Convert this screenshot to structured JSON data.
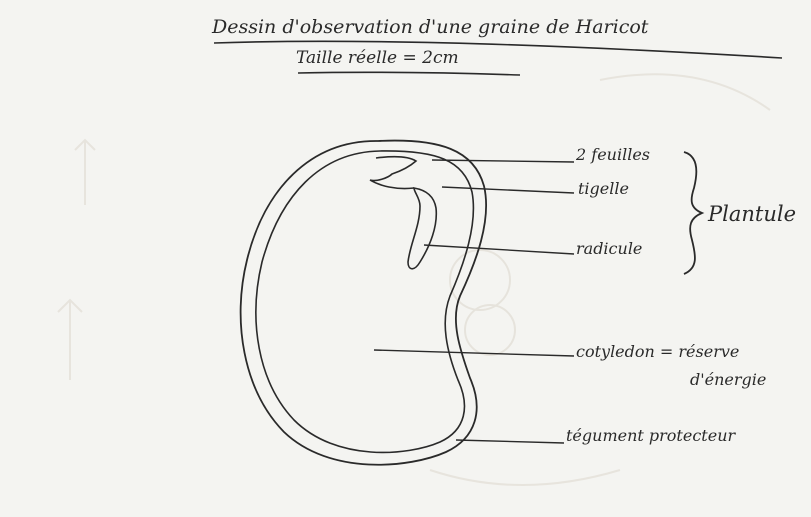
{
  "title": "Dessin d'observation d'une graine de Haricot",
  "subtitle": "Taille réelle = 2cm",
  "labels": {
    "feuilles": "2 feuilles",
    "tigelle": "tigelle",
    "radicule": "radicule",
    "plantule": "Plantule",
    "cotyledon": "cotyledon = réserve",
    "energie": "d'énergie",
    "tegument": "tégument protecteur"
  },
  "colors": {
    "ink": "#2a2a2a",
    "paper": "#f4f4f1",
    "faint_print": "#e6e3dc"
  }
}
